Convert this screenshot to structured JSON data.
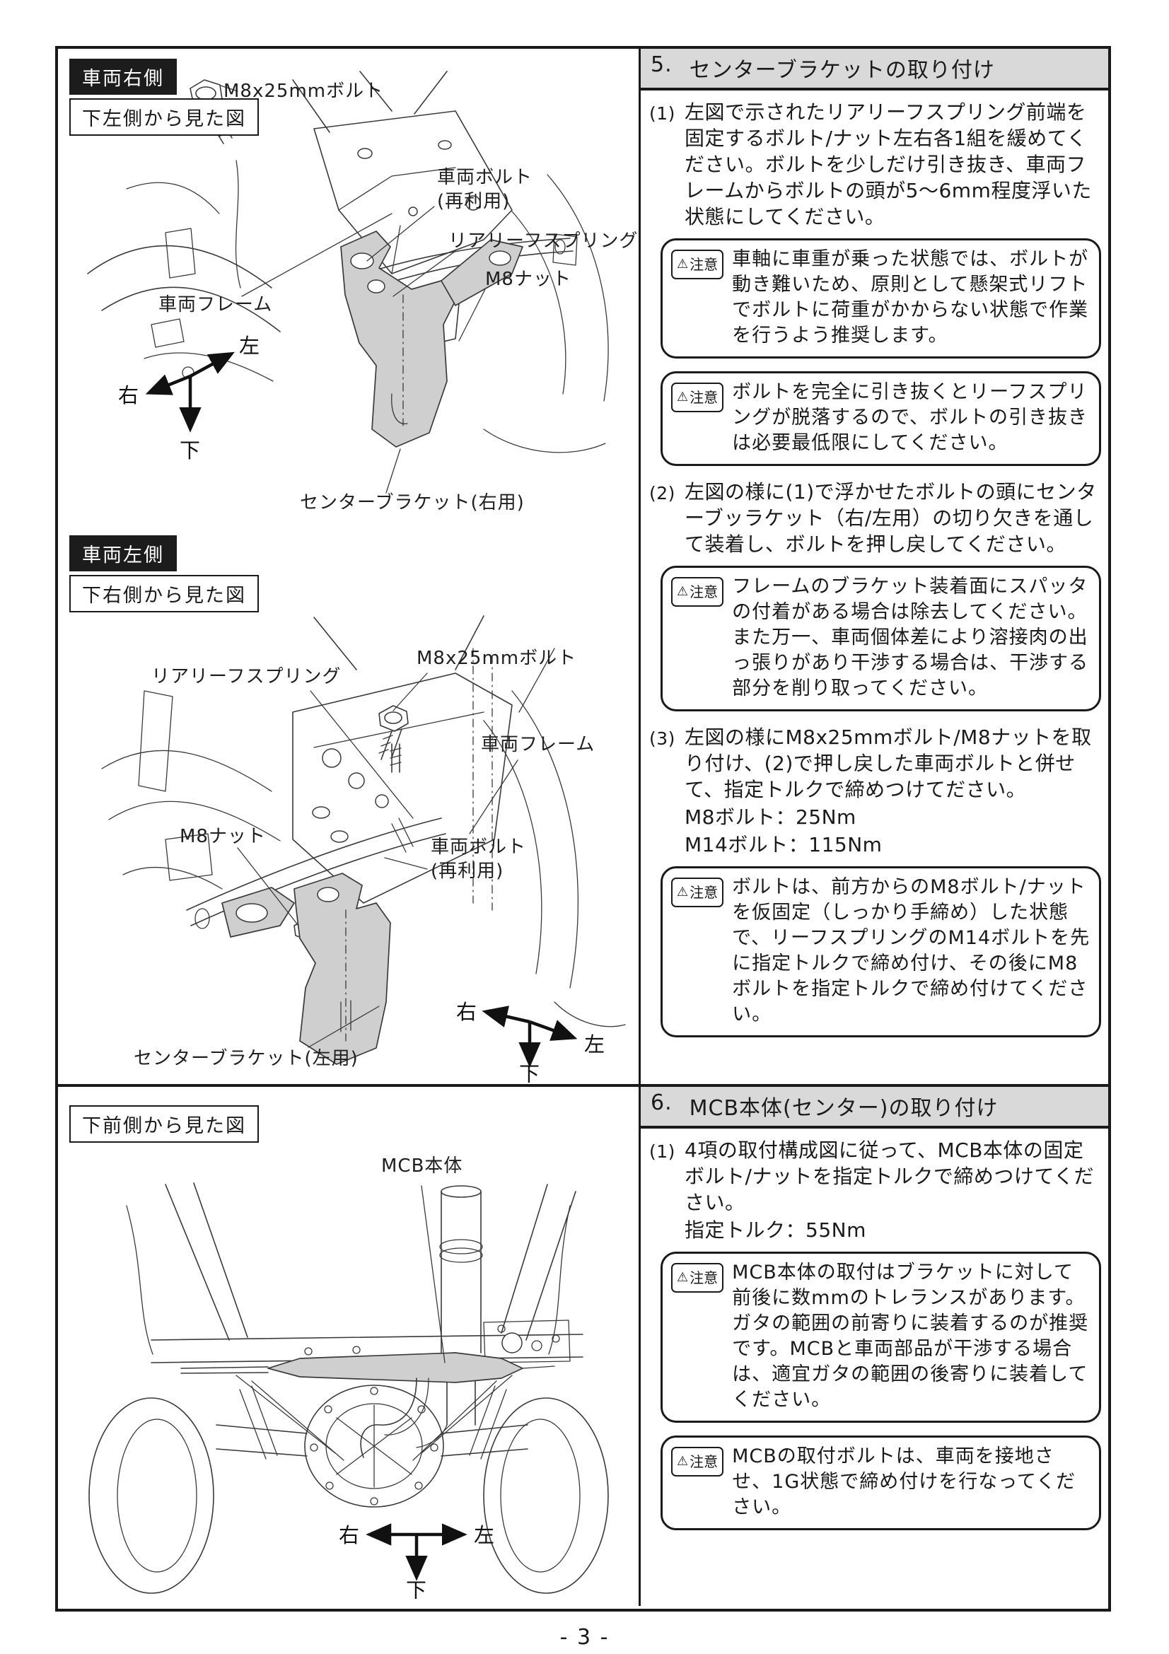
{
  "footer": {
    "page_number": "- 3 -"
  },
  "caution": {
    "glyph": "⚠",
    "label": "注意"
  },
  "section5": {
    "number": "5.",
    "title": "センターブラケットの取り付け",
    "step1": {
      "num": "(1)",
      "text": "左図で示されたリアリーフスプリング前端を固定するボルト/ナット左右各1組を緩めてください。ボルトを少しだけ引き抜き、車両フレームからボルトの頭が5～6mm程度浮いた状態にしてください。"
    },
    "caution1": "車軸に車重が乗った状態では、ボルトが動き難いため、原則として懸架式リフトでボルトに荷重がかからない状態で作業を行うよう推奨します。",
    "caution2": "ボルトを完全に引き抜くとリーフスプリングが脱落するので、ボルトの引き抜きは必要最低限にしてください。",
    "step2": {
      "num": "(2)",
      "text": "左図の様に(1)で浮かせたボルトの頭にセンターブッラケット（右/左用）の切り欠きを通して装着し、ボルトを押し戻してください。"
    },
    "caution3": "フレームのブラケット装着面にスパッタの付着がある場合は除去してください。また万一、車両個体差により溶接肉の出っ張りがあり干渉する場合は、干渉する部分を削り取ってください。",
    "step3": {
      "num": "(3)",
      "text": "左図の様にM8x25mmボルト/M8ナットを取り付け、(2)で押し戻した車両ボルトと併せて、指定トルクで締めつけてださい。",
      "spec1": "M8ボルト：25Nm",
      "spec2": "M14ボルト：115Nm"
    },
    "caution4": "ボルトは、前方からのM8ボルト/ナットを仮固定（しっかり手締め）した状態で、リーフスプリングのM14ボルトを先に指定トルクで締め付け、その後にM8ボルトを指定トルクで締め付けてください。"
  },
  "section6": {
    "number": "6.",
    "title": "MCB本体(センター)の取り付け",
    "step1": {
      "num": "(1)",
      "text": "4項の取付構成図に従って、MCB本体の固定ボルト/ナットを指定トルクで締めつけてください。",
      "spec1": "指定トルク：55Nm"
    },
    "caution1": "MCB本体の取付はブラケットに対して前後に数mmのトレランスがあります。ガタの範囲の前寄りに装着するのが推奨です。MCBと車両部品が干渉する場合は、適宜ガタの範囲の後寄りに装着してください。",
    "caution2": "MCBの取付ボルトは、車両を接地させ、1G状態で締め付けを行なってください。"
  },
  "diagram1": {
    "side_badge": "車両右側",
    "view_label": "下左側から見た図",
    "labels": {
      "bolt": "M8x25mmボルト",
      "vehicle_bolt_1": "車両ボルト",
      "vehicle_bolt_2": "(再利用)",
      "leaf_spring": "リアリーフスプリング",
      "nut": "M8ナット",
      "frame": "車両フレーム",
      "bracket": "センターブラケット(右用)"
    },
    "compass": {
      "right": "右",
      "left": "左",
      "down": "下"
    }
  },
  "diagram2": {
    "side_badge": "車両左側",
    "view_label": "下右側から見た図",
    "labels": {
      "bolt": "M8x25mmボルト",
      "leaf_spring": "リアリーフスプリング",
      "frame": "車両フレーム",
      "nut": "M8ナット",
      "vehicle_bolt_1": "車両ボルト",
      "vehicle_bolt_2": "(再利用)",
      "bracket": "センターブラケット(左用)"
    },
    "compass": {
      "right": "右",
      "left": "左",
      "down": "下"
    }
  },
  "diagram3": {
    "view_label": "下前側から見た図",
    "labels": {
      "mcb": "MCB本体"
    },
    "compass": {
      "right": "右",
      "left": "左",
      "down": "下"
    }
  }
}
